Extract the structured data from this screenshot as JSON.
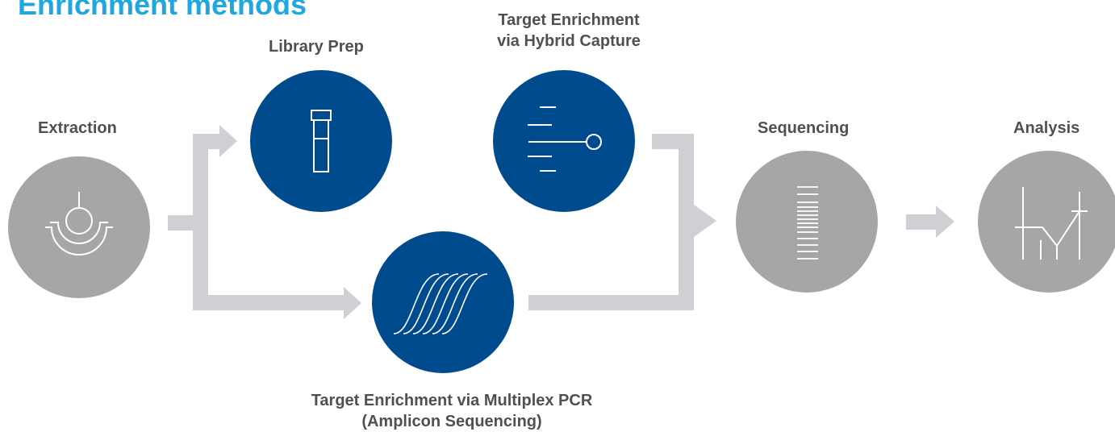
{
  "title": "Enrichment methods",
  "steps": {
    "extraction": {
      "label": "Extraction"
    },
    "library_prep": {
      "label": "Library Prep"
    },
    "hybrid_capture": {
      "label_line1": "Target Enrichment",
      "label_line2": "via Hybrid Capture"
    },
    "multiplex_pcr": {
      "label_line1": "Target Enrichment via Multiplex PCR",
      "label_line2": "(Amplicon Sequencing)"
    },
    "sequencing": {
      "label": "Sequencing"
    },
    "analysis": {
      "label": "Analysis"
    }
  },
  "colors": {
    "title": "#1ea7e1",
    "active_step": "#004b8d",
    "inactive_step": "#a6a6a6",
    "connector": "#cfd0d3",
    "label_text": "#505050"
  },
  "icons": {
    "extraction": "extraction-icon",
    "library_prep": "test-tube-icon",
    "hybrid_capture": "probe-capture-icon",
    "multiplex_pcr": "amplification-curves-icon",
    "sequencing": "sequence-bands-icon",
    "analysis": "analysis-graph-icon"
  }
}
